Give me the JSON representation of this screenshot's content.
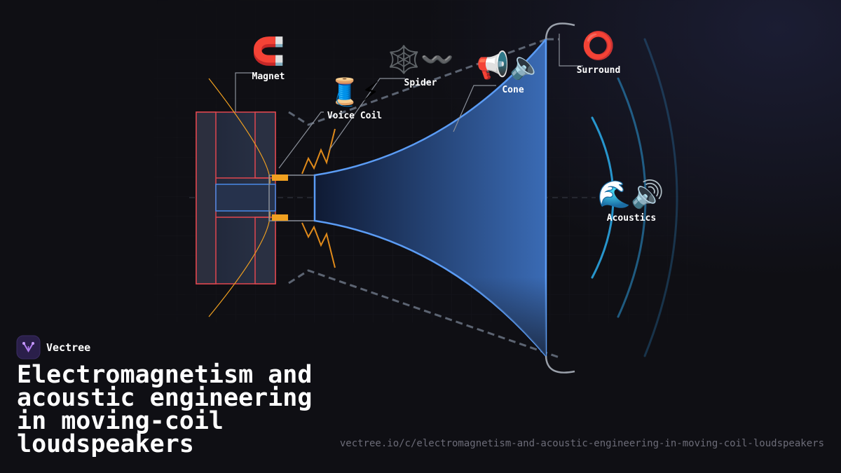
{
  "labels": {
    "magnet": "Magnet",
    "voice_coil": "Voice Coil",
    "spider": "Spider",
    "cone": "Cone",
    "surround": "Surround",
    "acoustics": "Acoustics"
  },
  "icons": {
    "magnet": "🧲",
    "voice_coil": "🧵⚡",
    "spider": "🕸️〰️",
    "cone": "📢🔈",
    "surround": "⭕",
    "acoustics": "🌊🔊"
  },
  "brand": {
    "name": "Vectree"
  },
  "title": "Electromagnetism and acoustic engineering in moving-coil loudspeakers",
  "url": "vectree.io/c/electromagnetism-and-acoustic-engineering-in-moving-coil-loudspeakers",
  "colors": {
    "background": "#0f0f14",
    "magnet_outline": "#e0474f",
    "cone_stroke": "#5b9cf5",
    "cone_fill": "#2f5fa8",
    "voice_coil": "#f0a020",
    "field_lines": "#f0a020",
    "leader_lines": "#8a8f99",
    "dashed_lines": "#5c6472",
    "sound_waves": "#2aa4e0"
  }
}
